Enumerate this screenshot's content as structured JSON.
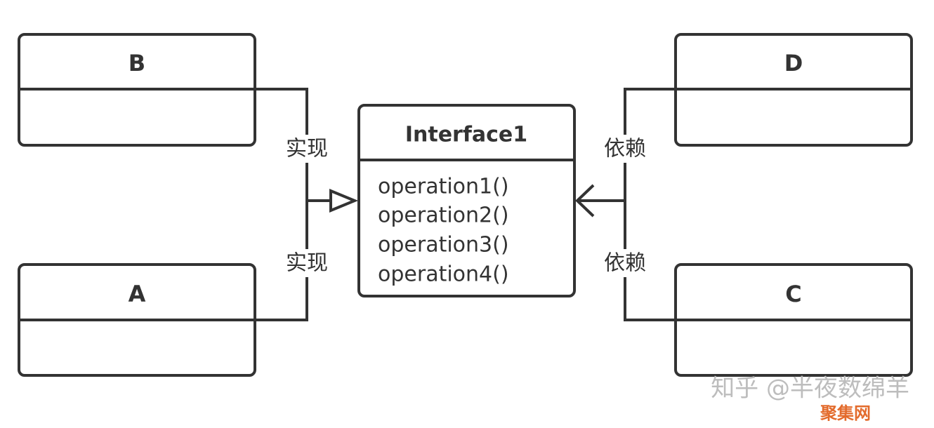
{
  "classes": {
    "b": {
      "name": "B"
    },
    "a": {
      "name": "A"
    },
    "d": {
      "name": "D"
    },
    "c": {
      "name": "C"
    }
  },
  "interface": {
    "name": "Interface1",
    "operations": [
      "operation1()",
      "operation2()",
      "operation3()",
      "operation4()"
    ]
  },
  "relations": {
    "realize_top": "实现",
    "realize_bottom": "实现",
    "depend_top": "依赖",
    "depend_bottom": "依赖"
  },
  "watermark": {
    "main": "知乎 @半夜数绵羊",
    "sub": "聚集网"
  },
  "colors": {
    "stroke": "#333333",
    "watermark": "#bdbdbd",
    "watermark_sub": "#e36b2c"
  }
}
